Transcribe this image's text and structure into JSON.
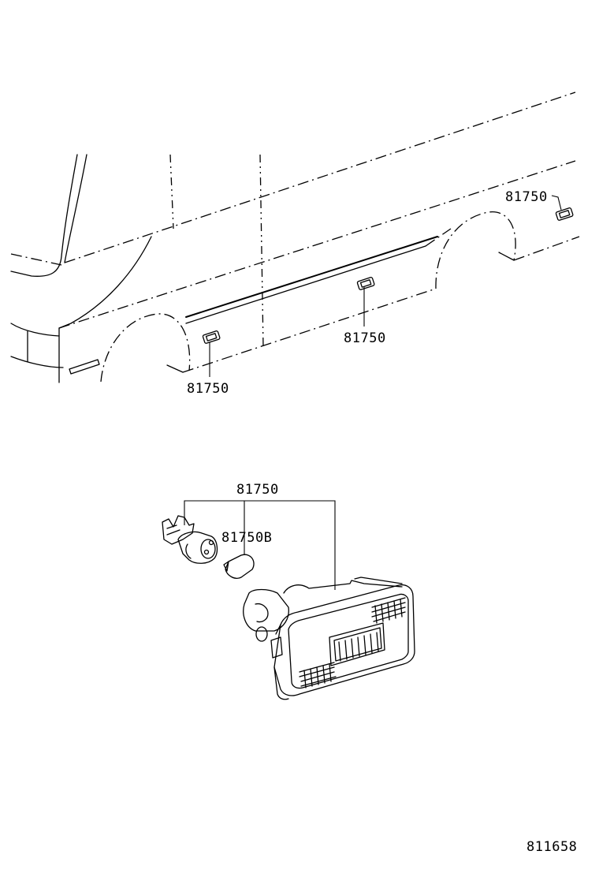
{
  "callouts": {
    "rear_lamp": "81750",
    "middle_lamp": "81750",
    "front_lamp": "81750",
    "assembly": "81750",
    "bulb": "81750B"
  },
  "diagram_number": "811658"
}
